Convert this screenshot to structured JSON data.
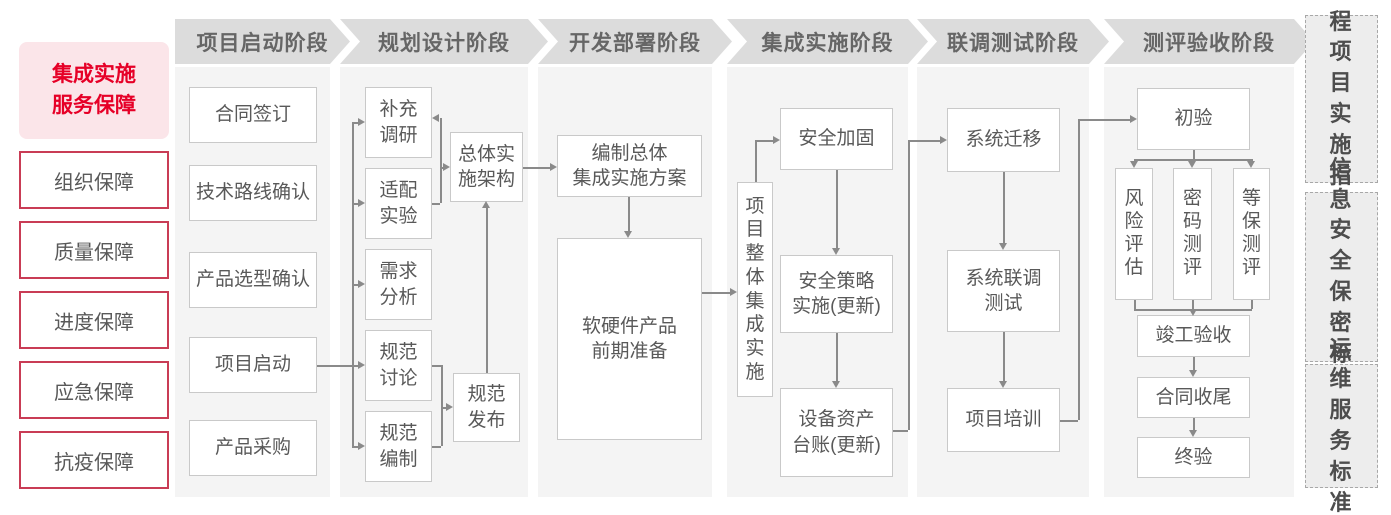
{
  "sidebar": {
    "title": "集成实施\n服务保障",
    "items": [
      "组织保障",
      "质量保障",
      "进度保障",
      "应急保障",
      "抗疫保障"
    ]
  },
  "phases": [
    {
      "label": "项目启动阶段",
      "boxes": [
        "合同签订",
        "技术路线确认",
        "产品选型确认",
        "项目启动",
        "产品采购"
      ]
    },
    {
      "label": "规划设计阶段",
      "boxes": [
        "补充\n调研",
        "适配\n实验",
        "需求\n分析",
        "规范\n讨论",
        "规范\n编制",
        "总体实\n施架构",
        "规范\n发布"
      ]
    },
    {
      "label": "开发部署阶段",
      "boxes": [
        "编制总体\n集成实施方案",
        "软硬件产品\n前期准备"
      ]
    },
    {
      "label": "集成实施阶段",
      "boxes": [
        "项\n目\n整\n体\n集\n成\n实\n施",
        "安全加固",
        "安全策略\n实施(更新)",
        "设备资产\n台账(更新)"
      ]
    },
    {
      "label": "联调测试阶段",
      "boxes": [
        "系统迁移",
        "系统联调\n测试",
        "项目培训"
      ]
    },
    {
      "label": "测评验收阶段",
      "boxes": [
        "初验",
        "风\n险\n评\n估",
        "密\n码\n测\n评",
        "等\n保\n测\n评",
        "竣工验收",
        "合同收尾",
        "终验"
      ]
    }
  ],
  "standards": [
    "工程\n项目\n实施\n指引",
    "信息\n安全\n保密\n标准",
    "运维\n服务\n标准"
  ],
  "colors": {
    "accent_red": "#e60027",
    "pink_bg": "#fbe5e9",
    "red_border": "#c93c55",
    "chevron_bg": "#dcdcdc",
    "column_bg": "#f4f4f4",
    "box_border": "#c9c9c9",
    "box_text": "#595959",
    "connector": "#8a8a8a",
    "standard_bg": "#ededed"
  }
}
